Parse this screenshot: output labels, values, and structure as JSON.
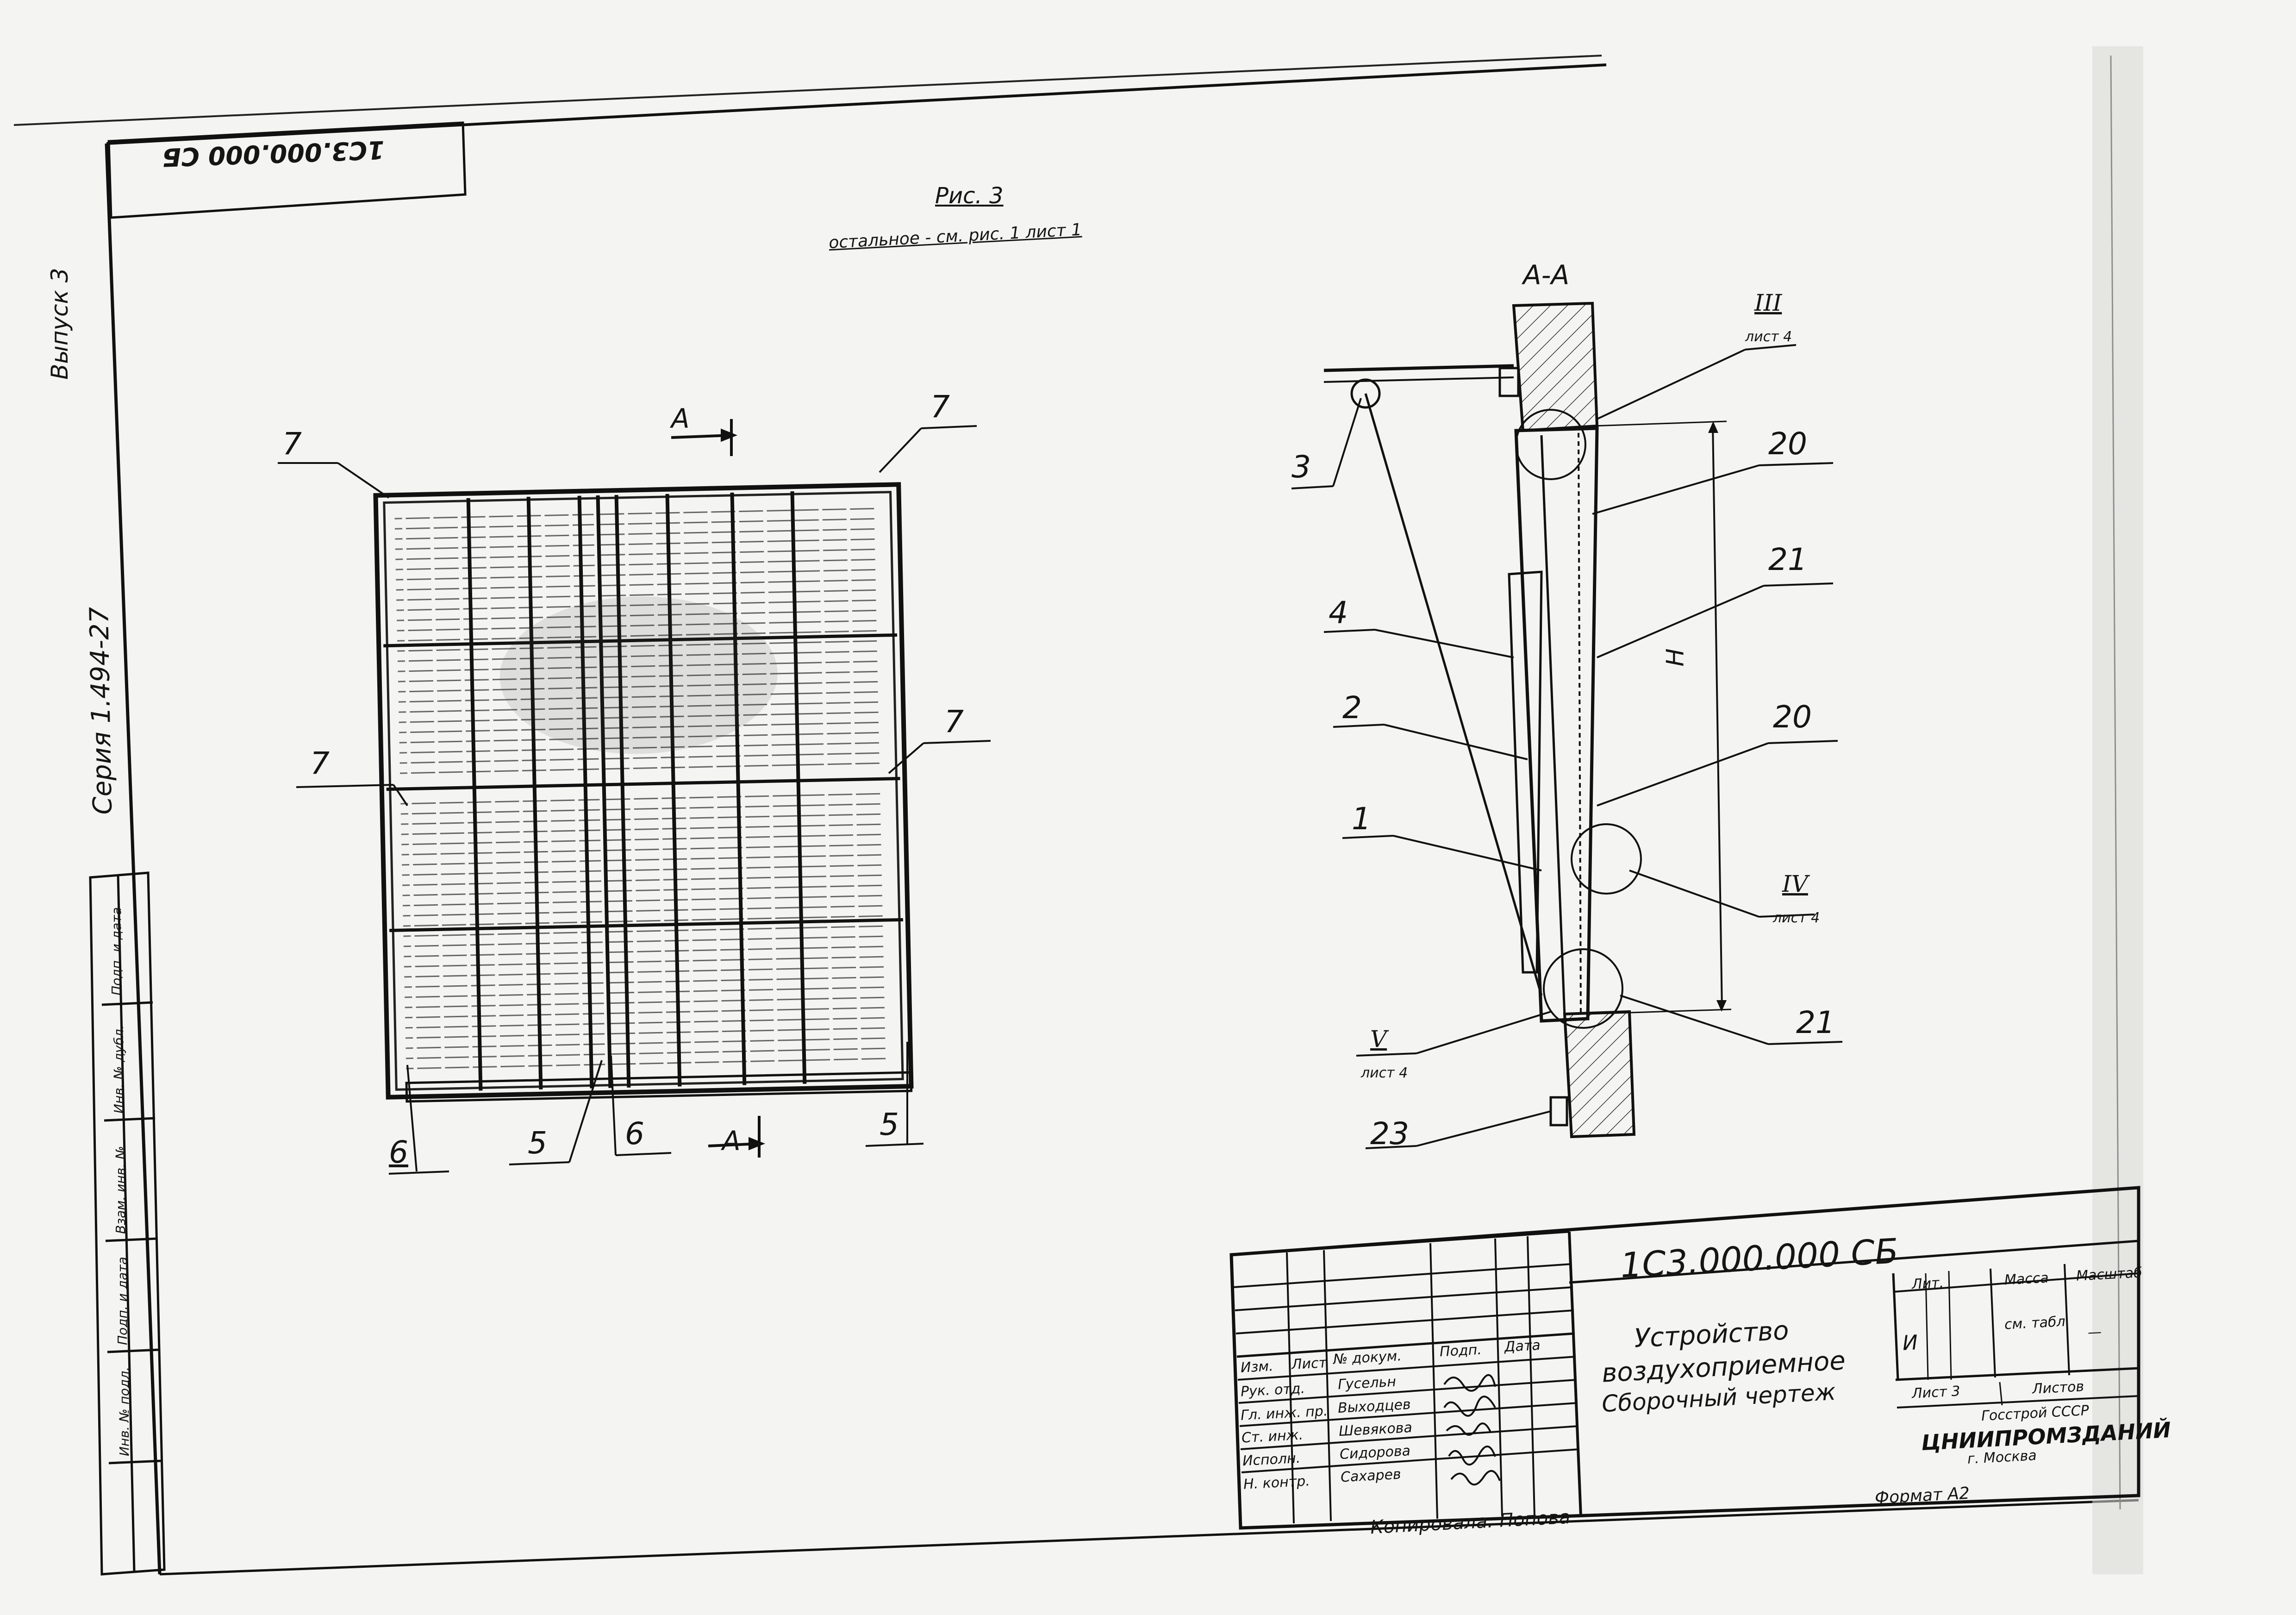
{
  "sheet": {
    "series": "Серия 1.494-27",
    "issue": "Выпуск 3",
    "corner_code": "1С3.000.000 СБ",
    "figure_title": "Рис. 3",
    "figure_note": "остальное - см. рис. 1 лист 1",
    "section_label": "А-А",
    "copied": "Копировала: Попова",
    "format": "Формат А2"
  },
  "left_stamp": {
    "cols": [
      "Подп. и дата",
      "Инв. № дубл.",
      "Взам. инв. №",
      "Подп. и дата",
      "Инв. № подл."
    ]
  },
  "plan_view": {
    "callouts": [
      "7",
      "7",
      "7",
      "7",
      "6",
      "5",
      "6",
      "5"
    ],
    "section_marks": [
      "А",
      "А"
    ]
  },
  "section_view": {
    "callouts": [
      "3",
      "4",
      "2",
      "1",
      "20",
      "21",
      "20",
      "21",
      "23"
    ],
    "detail_refs": [
      {
        "num": "III",
        "sheet": "лист 4"
      },
      {
        "num": "IV",
        "sheet": "лист 4"
      },
      {
        "num": "V",
        "sheet": "лист 4"
      }
    ],
    "dimension": "H"
  },
  "title_block": {
    "designation": "1С3.000.000 СБ",
    "name_lines": [
      "Устройство",
      "воздухоприемное",
      "Сборочный чертеж"
    ],
    "headers": [
      "Изм.",
      "Лист",
      "№ докум.",
      "Подп.",
      "Дата"
    ],
    "roles": [
      {
        "role": "Рук. отд.",
        "name": "Гусельн"
      },
      {
        "role": "Гл. инж. пр.",
        "name": "Выходцев"
      },
      {
        "role": "Ст. инж.",
        "name": "Шевякова"
      },
      {
        "role": "Исполн.",
        "name": "Сидорова"
      },
      {
        "role": "Н. контр.",
        "name": "Сахарев"
      }
    ],
    "lit_header": "Лит.",
    "lit_value": "И",
    "mass_header": "Масса",
    "mass_value": "см. табл.",
    "scale_header": "Масштаб",
    "scale_value": "—",
    "sheet_label": "Лист 3",
    "sheets_label": "Листов",
    "org_line1": "Госстрой СССР",
    "org_line2": "ЦНИИПРОМЗДАНИЙ",
    "org_line3": "г. Москва"
  }
}
